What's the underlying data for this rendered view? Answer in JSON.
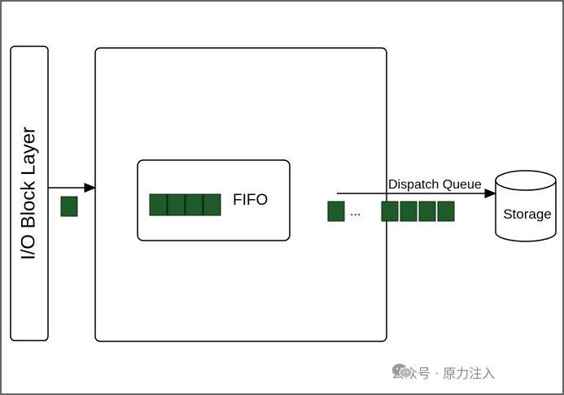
{
  "io_block_layer": {
    "label": "I/O Block Layer"
  },
  "scheduler": {
    "fifo_label": "FIFO",
    "fifo_queue_blocks": 4
  },
  "incoming_request": {
    "blocks": 1
  },
  "dispatch": {
    "label": "Dispatch Queue",
    "leading_blocks": 1,
    "ellipsis": "...",
    "trailing_blocks": 4
  },
  "storage": {
    "label": "Storage"
  },
  "watermark": {
    "text": "公众号 · 原力注入",
    "icon": "wechat-icon"
  },
  "colors": {
    "block_fill": "#1e5a2a",
    "block_stroke": "#0b2410",
    "outline": "#000000",
    "frame": "#333333"
  }
}
